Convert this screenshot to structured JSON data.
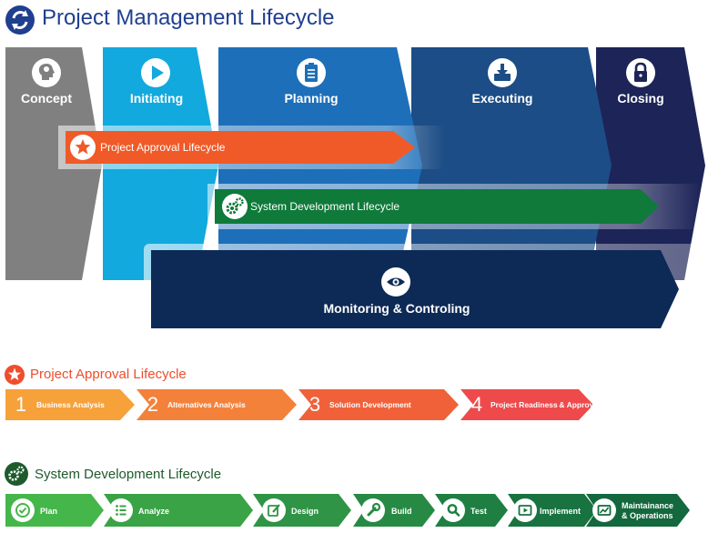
{
  "title": "Project Management Lifecycle",
  "phases": [
    {
      "label": "Concept",
      "color": "#808080",
      "icon": "lightbulb-head-icon"
    },
    {
      "label": "Initiating",
      "color": "#12a9de",
      "icon": "play-icon"
    },
    {
      "label": "Planning",
      "color": "#1e6fb9",
      "icon": "clipboard-icon"
    },
    {
      "label": "Executing",
      "color": "#1c4d86",
      "icon": "inbox-download-icon"
    },
    {
      "label": "Closing",
      "color": "#1d2458",
      "icon": "lock-icon"
    }
  ],
  "overlays": {
    "project_approval": {
      "label": "Project Approval Lifecycle",
      "color": "#f05a28",
      "icon": "star-icon"
    },
    "system_development": {
      "label": "System Development Lifecycle",
      "color": "#0f7a3a",
      "icon": "gears-icon"
    },
    "monitoring": {
      "label": "Monitoring & Controling",
      "color": "#0d2a56",
      "icon": "eye-icon"
    }
  },
  "approval_section": {
    "title": "Project Approval Lifecycle",
    "color": "#ef4d2c",
    "steps": [
      {
        "number": "1",
        "label": "Business Analysis",
        "color": "#f6a13a"
      },
      {
        "number": "2",
        "label": "Alternatives Analysis",
        "color": "#f4813a"
      },
      {
        "number": "3",
        "label": "Solution Development",
        "color": "#f0613a"
      },
      {
        "number": "4",
        "label": "Project Readiness & Approval",
        "color": "#ee4a4c"
      }
    ]
  },
  "sdl_section": {
    "title": "System Development Lifecycle",
    "color": "#1d5a2c",
    "steps": [
      {
        "label": "Plan",
        "color": "#45b649",
        "icon": "check-circle-icon"
      },
      {
        "label": "Analyze",
        "color": "#3aa346",
        "icon": "list-icon"
      },
      {
        "label": "Design",
        "color": "#2f9445",
        "icon": "edit-icon"
      },
      {
        "label": "Build",
        "color": "#278a44",
        "icon": "wrench-icon"
      },
      {
        "label": "Test",
        "color": "#1f7f42",
        "icon": "magnifier-icon"
      },
      {
        "label": "Implement",
        "color": "#187340",
        "icon": "video-icon"
      },
      {
        "label": "Maintainance\n& Operations",
        "color": "#13683d",
        "icon": "chart-icon"
      }
    ]
  }
}
